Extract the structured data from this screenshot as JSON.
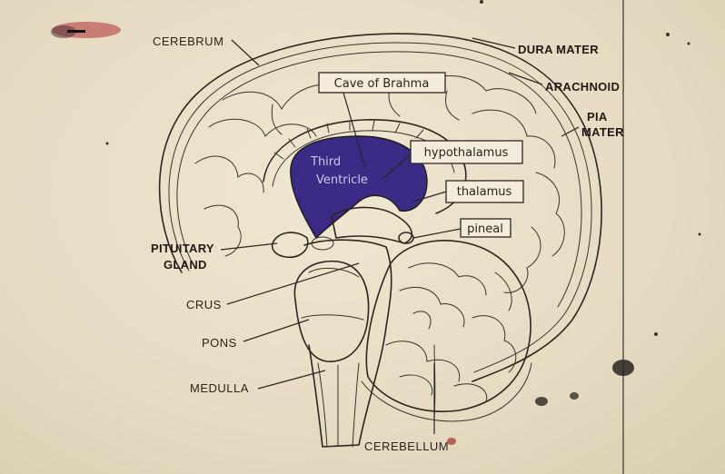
{
  "labels": {
    "cerebrum": "CEREBRUM",
    "dura_mater": "DURA MATER",
    "arachnoid": "ARACHNOID",
    "pia_mater_line1": "PIA",
    "pia_mater_line2": "MATER",
    "pituitary_line1": "PITUITARY",
    "pituitary_line2": "GLAND",
    "crus": "CRUS",
    "pons": "PONS",
    "medulla": "MEDULLA",
    "cerebellum": "CEREBELLUM"
  },
  "boxes": {
    "cave_of_brahma": "Cave of Brahma",
    "hypothalamus": "hypothalamus",
    "thalamus": "thalamus",
    "pineal": "pineal"
  },
  "ventricle": {
    "line1": "Third",
    "line2": "Ventricle"
  },
  "colors": {
    "paper": "#e7dcc4",
    "ink": "#2d2620",
    "ventricle": "#3b2a86"
  }
}
